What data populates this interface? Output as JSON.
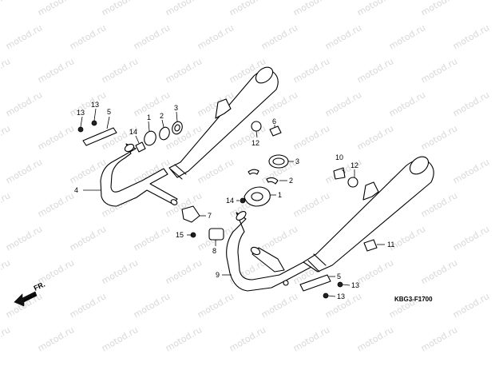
{
  "watermark_text": "motod.ru",
  "drawing_code": "KBG3-F1700",
  "direction_label": "FR.",
  "callouts": [
    {
      "id": "c13a",
      "text": "13"
    },
    {
      "id": "c13b",
      "text": "13"
    },
    {
      "id": "c5a",
      "text": "5"
    },
    {
      "id": "c14a",
      "text": "14"
    },
    {
      "id": "c1a",
      "text": "1"
    },
    {
      "id": "c2a",
      "text": "2"
    },
    {
      "id": "c3a",
      "text": "3"
    },
    {
      "id": "c12a",
      "text": "12"
    },
    {
      "id": "c6",
      "text": "6"
    },
    {
      "id": "c4",
      "text": "4"
    },
    {
      "id": "c3b",
      "text": "3"
    },
    {
      "id": "c2b",
      "text": "2"
    },
    {
      "id": "c1b",
      "text": "1"
    },
    {
      "id": "c14b",
      "text": "14"
    },
    {
      "id": "c7",
      "text": "7"
    },
    {
      "id": "c15",
      "text": "15"
    },
    {
      "id": "c8",
      "text": "8"
    },
    {
      "id": "c10",
      "text": "10"
    },
    {
      "id": "c12b",
      "text": "12"
    },
    {
      "id": "c11",
      "text": "11"
    },
    {
      "id": "c9",
      "text": "9"
    },
    {
      "id": "c5b",
      "text": "5"
    },
    {
      "id": "c13c",
      "text": "13"
    },
    {
      "id": "c13d",
      "text": "13"
    }
  ]
}
